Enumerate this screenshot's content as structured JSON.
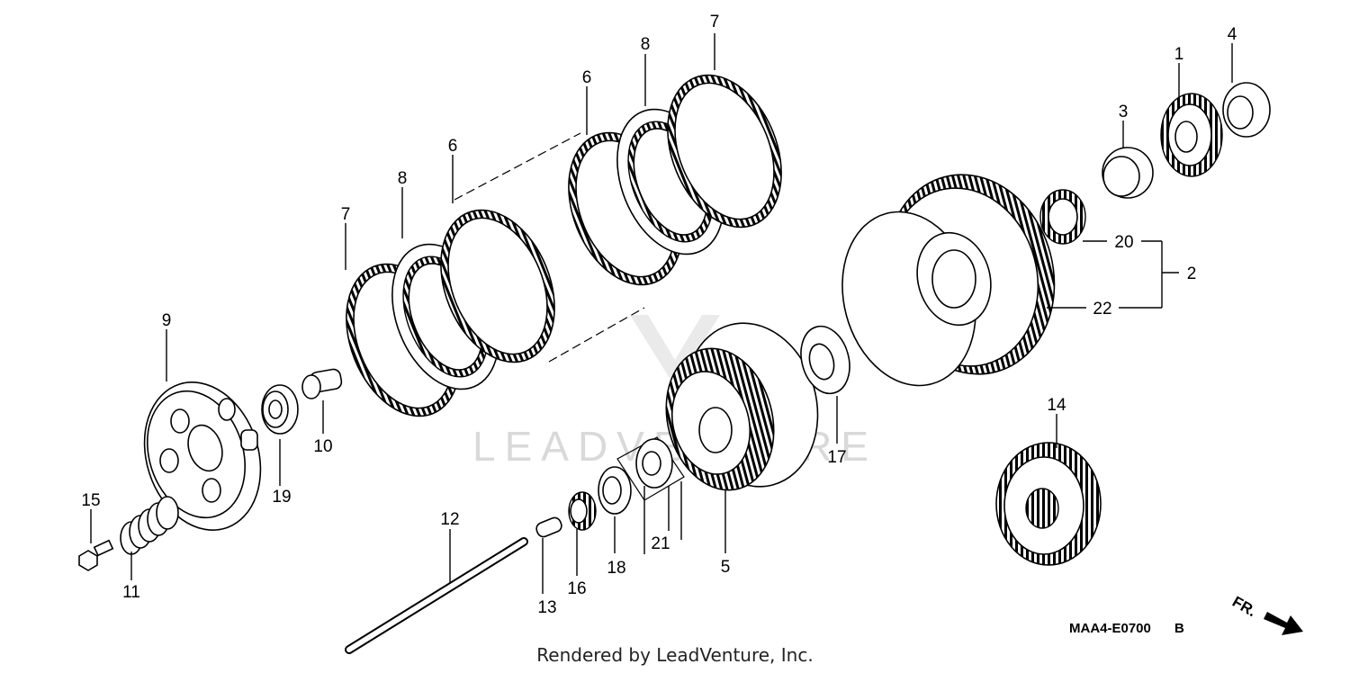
{
  "diagram": {
    "watermark": "LEADVENTURE",
    "drawing_code": "MAA4-E0700",
    "drawing_suffix": "B",
    "direction_label": "FR.",
    "footer": "Rendered by LeadVenture, Inc.",
    "callouts": {
      "c1": "1",
      "c2": "2",
      "c3": "3",
      "c4": "4",
      "c5": "5",
      "c6a": "6",
      "c6b": "6",
      "c7a": "7",
      "c7b": "7",
      "c8a": "8",
      "c8b": "8",
      "c9": "9",
      "c10": "10",
      "c11": "11",
      "c12": "12",
      "c13": "13",
      "c14": "14",
      "c15": "15",
      "c16": "16",
      "c17": "17",
      "c18": "18",
      "c19": "19",
      "c20": "20",
      "c21": "21",
      "c22": "22"
    }
  }
}
